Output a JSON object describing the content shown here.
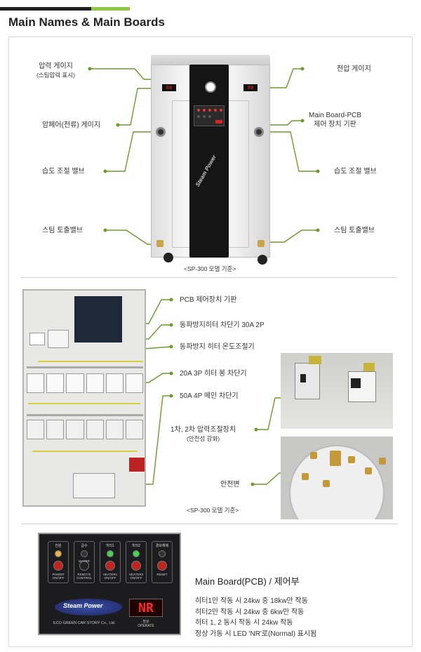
{
  "title": "Main Names & Main Boards",
  "section1": {
    "labels": {
      "pressure_gauge": "압력 게이지",
      "pressure_gauge_sub": "(스팀압력 표시)",
      "voltage_gauge": "전압 게이지",
      "ammeter": "암페어(전류) 게이지",
      "main_board": "Main Board-PCB",
      "main_board_sub": "제어 장치 기판",
      "humidity_left": "습도 조절 밸브",
      "humidity_right": "습도 조절 밸브",
      "steam_left": "스팀 토출밸브",
      "steam_right": "스팀 토출밸브"
    },
    "caption": "<SP-300 모델 기준>",
    "machine_brand": "Steam Power",
    "digit_left": "88",
    "digit_right": "88"
  },
  "section2": {
    "labels": {
      "pcb": "PCB 제어장치 기판",
      "freeze_breaker": "동파방지히터 차단기 30A 2P",
      "freeze_thermostat": "동파방지 히터 온도조절기",
      "heater_breaker": "20A 3P 히터 봉 차단기",
      "main_breaker": "50A 4P 메인 차단기",
      "pressure_control": "1차, 2차 압력조절장치",
      "pressure_control_sub": "(안전성 강화)",
      "safety_valve": "안전변"
    },
    "caption": "<SP-300 모델 기준>"
  },
  "section3": {
    "board": {
      "buttons": [
        {
          "top": "전원",
          "bottom": "POWER ON/OFF",
          "led": "#e8b04a",
          "push": "#c0241f"
        },
        {
          "top": "급수",
          "bottom": "REMOTE CONTROL",
          "led": "#333333",
          "push": "#222222"
        },
        {
          "top": "히터1",
          "bottom": "HEATER1 ON/OFF",
          "led": "#3ed84a",
          "push": "#c0241f"
        },
        {
          "top": "히터2",
          "bottom": "HEATER2 ON/OFF",
          "led": "#3ed84a",
          "push": "#c0241f"
        },
        {
          "top": "경보해제",
          "bottom": "RESET",
          "led": "#333333",
          "push": "#c0241f"
        }
      ],
      "water_label": "WATER",
      "brand": "Steam Power",
      "company": "ECO GREEN CAR STORY Co., Ltd.",
      "display": "NR",
      "display_label_ko": "정상",
      "display_label_en": "OPERATE"
    },
    "title": "Main Board(PCB) / 제어부",
    "lines": [
      "히터1만 작동 시 24kw 중 18kw만 작동",
      "히터2만 작동 시 24kw 중 6kw만 작동",
      "히터 1, 2 동시 작동 시 24kw 작동",
      "정상 가동 시 LED 'NR'로(Normal) 표시됨"
    ]
  },
  "colors": {
    "accent_green": "#8dc63f",
    "line_green": "#6f9a2a",
    "title_dark": "#222222"
  }
}
